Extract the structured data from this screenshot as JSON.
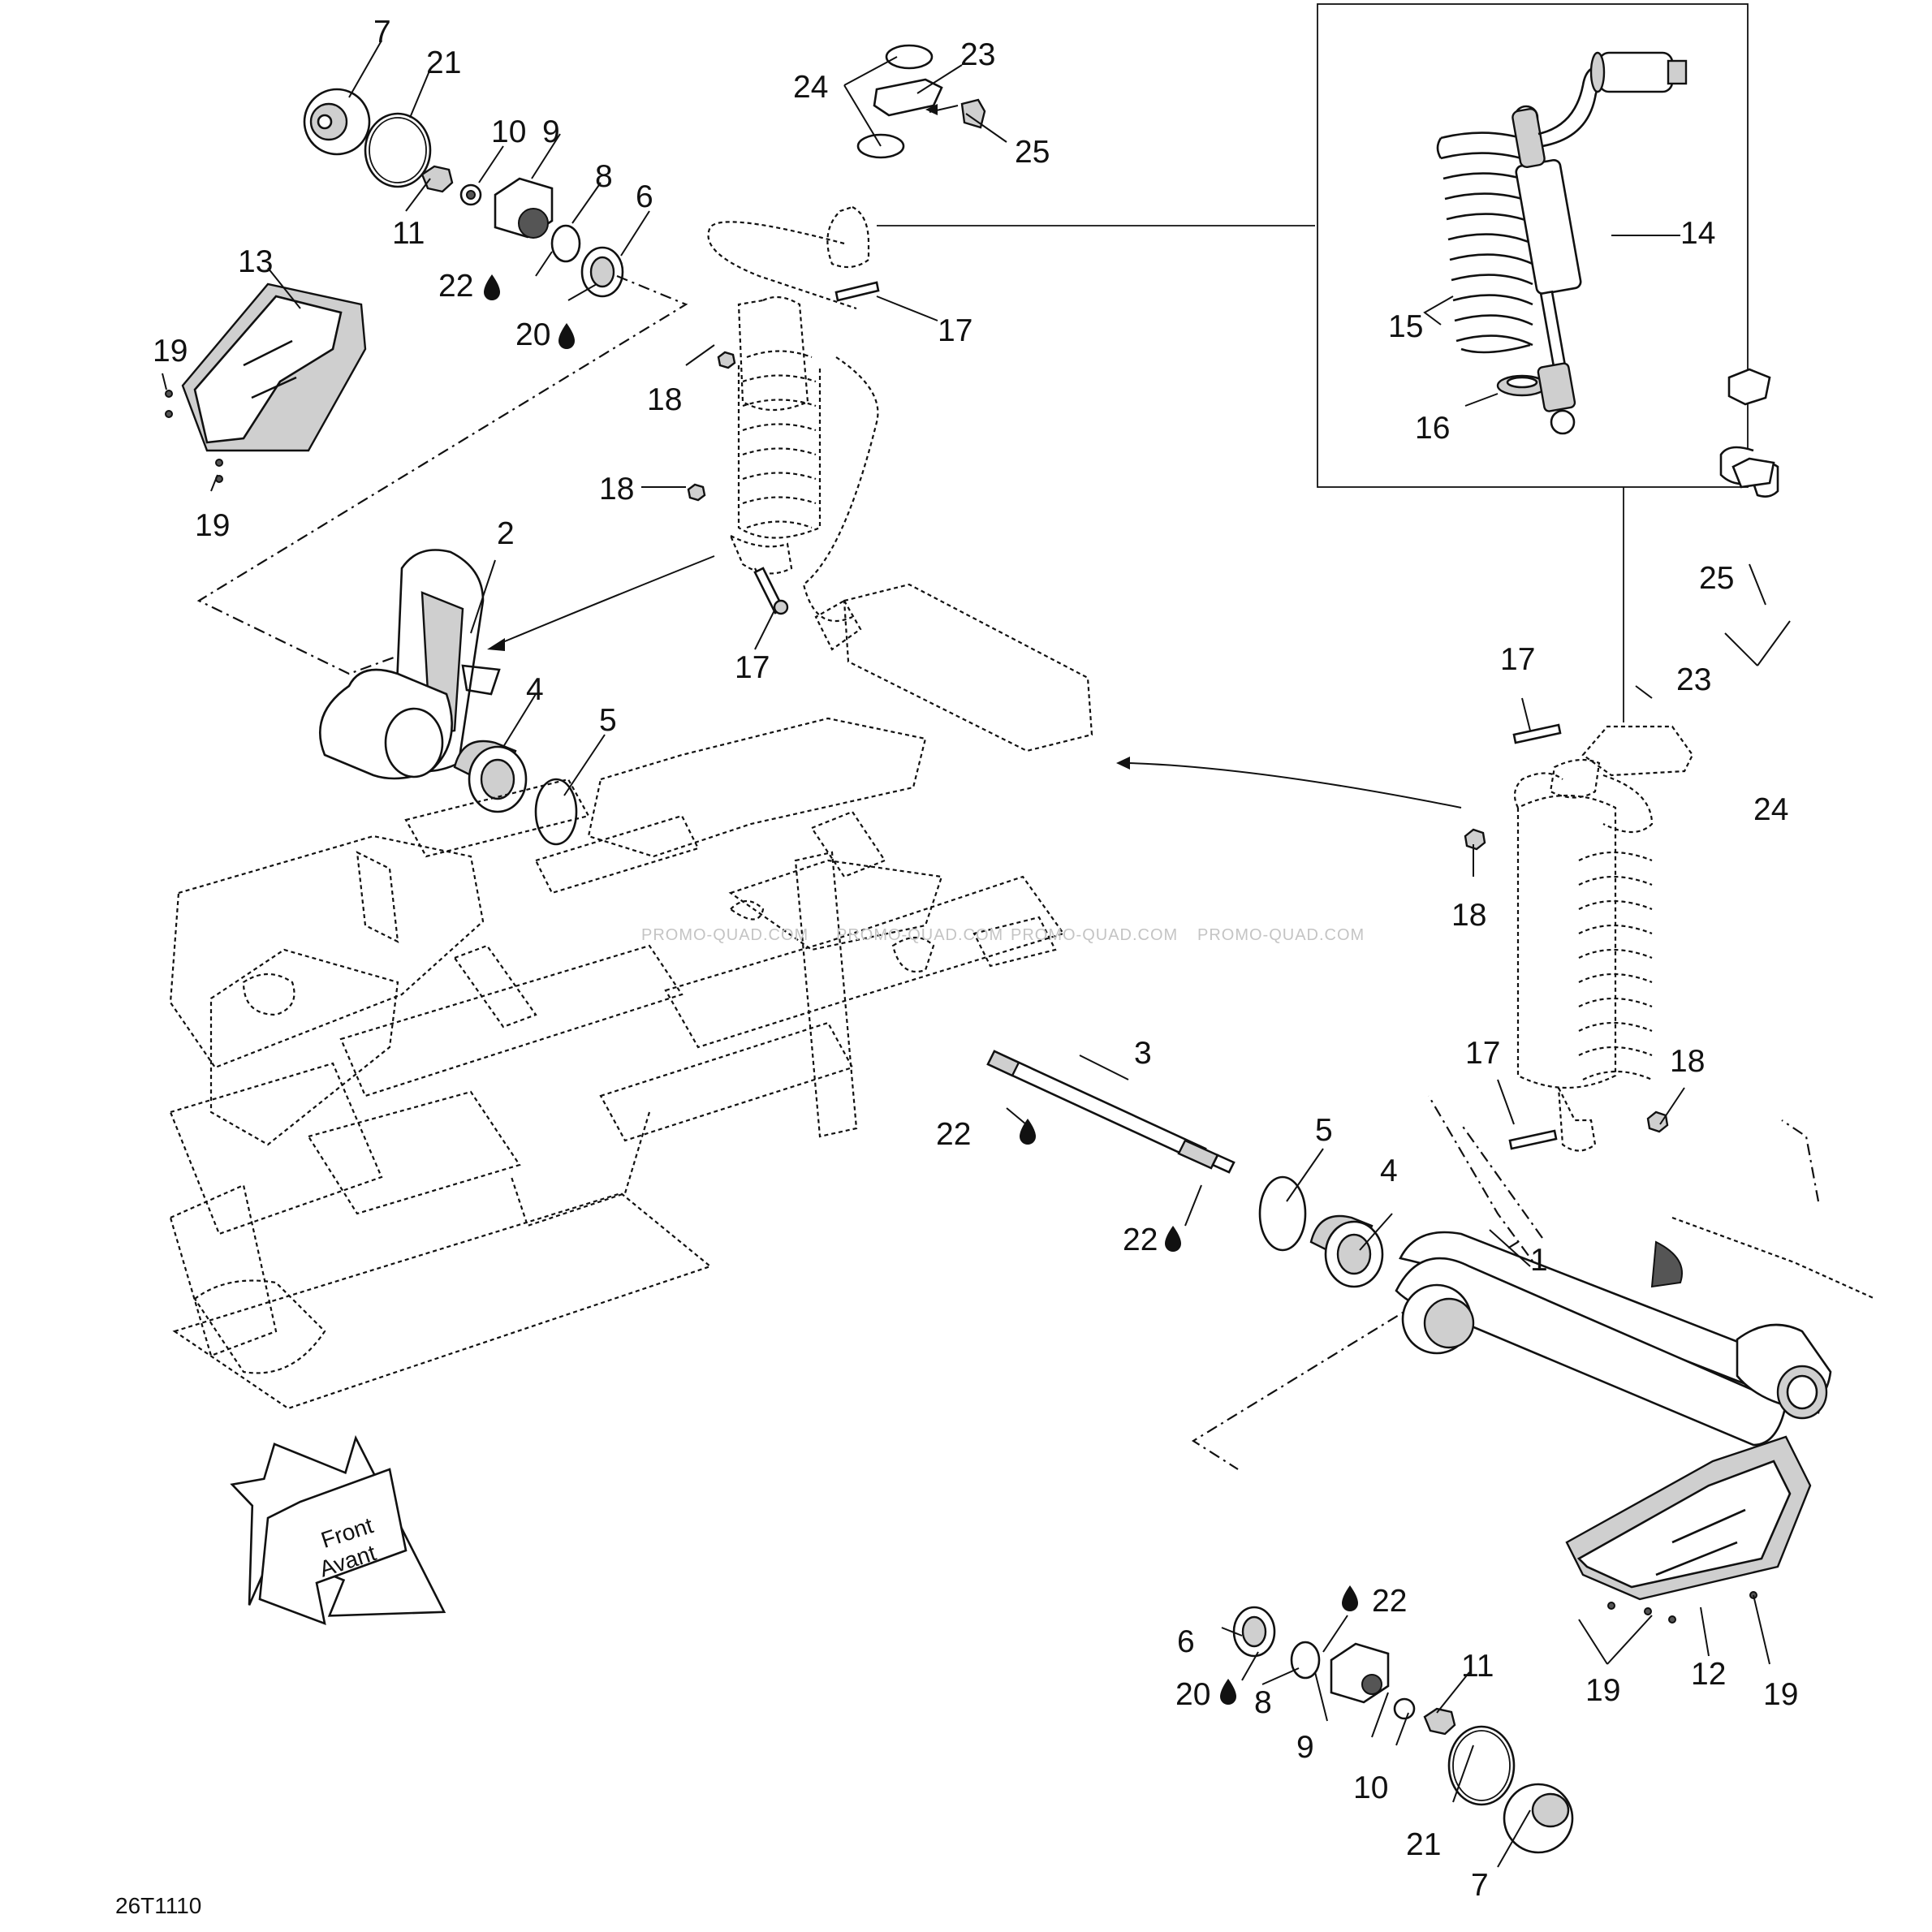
{
  "diagram_code": "26T1110",
  "watermark": "PROMO-QUAD.COM",
  "front_arrow": {
    "line1": "Front",
    "line2": "Avant"
  },
  "callouts": {
    "c7a": "7",
    "c21a": "21",
    "c10a": "10",
    "c9a": "9",
    "c11a": "11",
    "c8a": "8",
    "c6a": "6",
    "c22a": "22",
    "c20a": "20",
    "c13": "13",
    "c19a": "19",
    "c19b": "19",
    "c24a": "24",
    "c23a": "23",
    "c25a": "25",
    "c17a": "17",
    "c18a": "18",
    "c18b": "18",
    "c2": "2",
    "c17b": "17",
    "c4a": "4",
    "c5a": "5",
    "c14": "14",
    "c15": "15",
    "c16": "16",
    "c25b": "25",
    "c23b": "23",
    "c17c": "17",
    "c24b": "24",
    "c18c": "18",
    "c17d": "17",
    "c18d": "18",
    "c3": "3",
    "c22b": "22",
    "c22c": "22",
    "c5b": "5",
    "c4b": "4",
    "c1": "1",
    "c22d": "22",
    "c6b": "6",
    "c20b": "20",
    "c11b": "11",
    "c8b": "8",
    "c9b": "9",
    "c10b": "10",
    "c21b": "21",
    "c7b": "7",
    "c19c": "19",
    "c12": "12",
    "c19d": "19"
  },
  "colors": {
    "ink": "#111111",
    "fill": "#ffffff",
    "shade": "#cfcfcf",
    "watermark": "#c4c4c4"
  },
  "icons": [
    "lubricant-drop-icon",
    "front-direction-arrow-icon"
  ]
}
